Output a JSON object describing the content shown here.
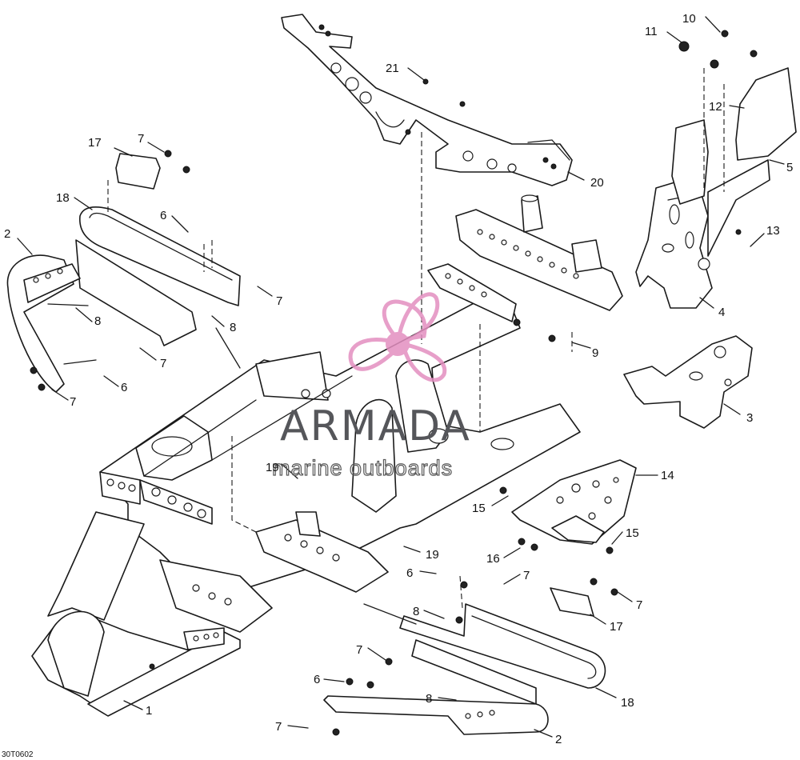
{
  "diagram": {
    "code": "30T0602",
    "labels": {
      "p1": "1",
      "p2a": "2",
      "p2b": "2",
      "p3": "3",
      "p4": "4",
      "p5": "5",
      "p6a": "6",
      "p6b": "6",
      "p6c": "6",
      "p6d": "6",
      "p7a": "7",
      "p7b": "7",
      "p7c": "7",
      "p7d": "7",
      "p7e": "7",
      "p7f": "7",
      "p7g": "7",
      "p7h": "7",
      "p8a": "8",
      "p8b": "8",
      "p8c": "8",
      "p8d": "8",
      "p9": "9",
      "p10": "10",
      "p11": "11",
      "p12": "12",
      "p13": "13",
      "p14": "14",
      "p15a": "15",
      "p15b": "15",
      "p16": "16",
      "p17a": "17",
      "p17b": "17",
      "p18a": "18",
      "p18b": "18",
      "p19a": "19",
      "p19b": "19",
      "p20": "20",
      "p21": "21"
    }
  },
  "watermark": {
    "title": "ARMADA",
    "subtitle": "marine outboards",
    "colors": {
      "logo": "#e38fc0",
      "text": "#55565a"
    }
  }
}
